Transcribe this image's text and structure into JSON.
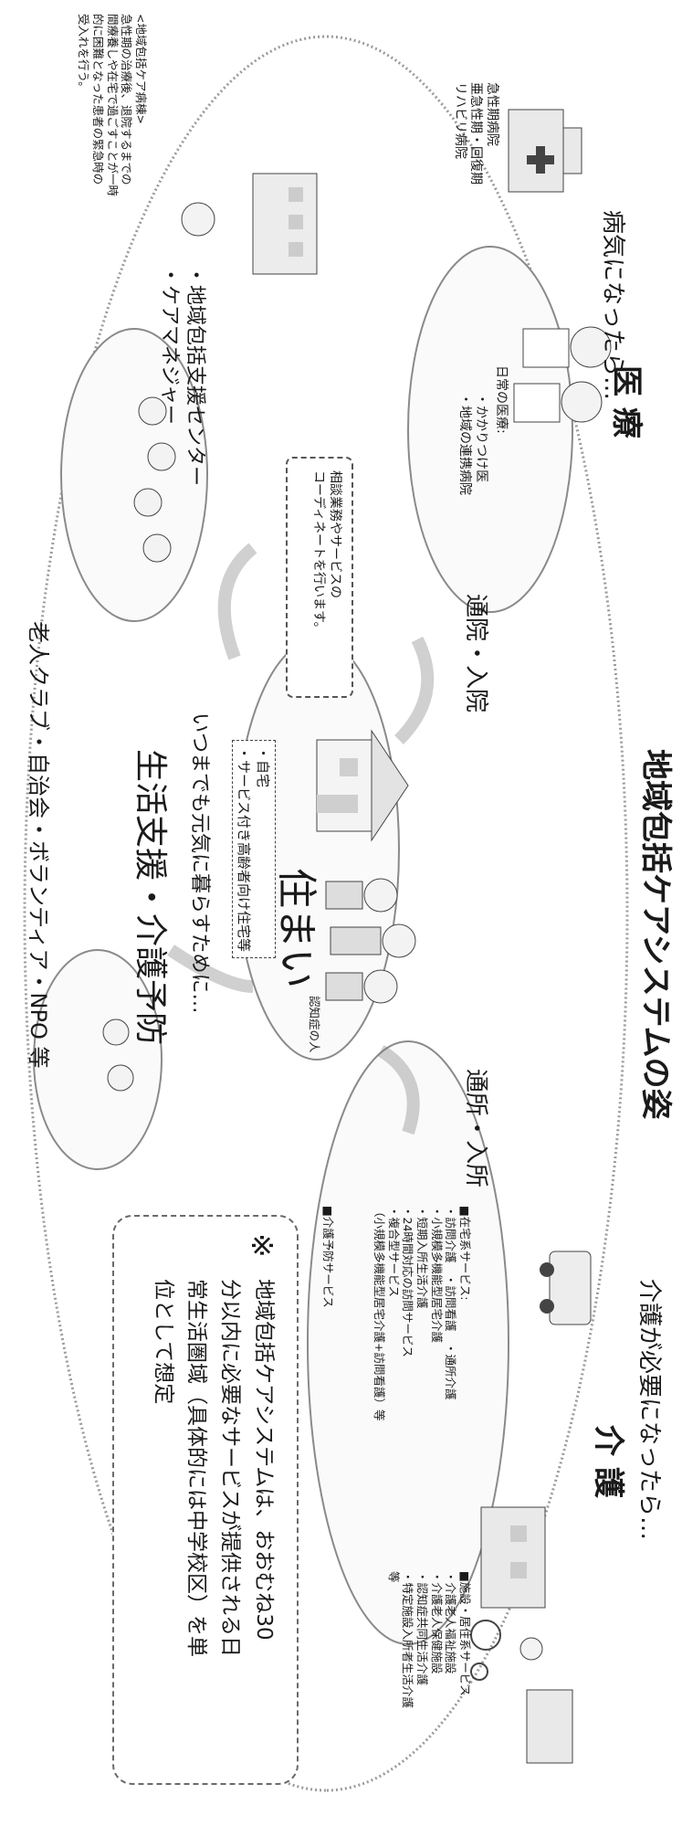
{
  "title": "地域包括ケアシステムの姿",
  "medical": {
    "heading_prefix": "病気になったら…",
    "heading": "医 療",
    "hospital_list": [
      "急性期病院",
      "亜急性期・回復期",
      "リハビリ病院"
    ],
    "daily_care_label": "日常の医療:",
    "daily_care_items": [
      "・かかりつけ医",
      "・地域の連携病院"
    ],
    "visit_label": "通院・入院"
  },
  "care": {
    "heading_prefix": "介護が必要になったら…",
    "heading": "介 護",
    "facility_list": [
      "■施設・居住系サービス",
      "・介護老人福祉施設",
      "・介護老人保健施設",
      "・認知症共同生活介護",
      "・特定施設入所者生活介護"
    ],
    "facility_suffix": "等",
    "home_list": [
      "■在宅系サービス:",
      "・訪問介護　・訪問看護　・通所介護",
      "・小規模多機能型居宅介護",
      "・短期入所生活介護",
      "・24時間対応の訪問サービス",
      "・複合型サービス",
      "（小規模多機能型居宅介護+訪問看護）等"
    ],
    "prevention_item": "■介護予防サービス",
    "visit_label": "通所・入所"
  },
  "housing": {
    "heading": "住まい",
    "items": [
      "・自宅",
      "・サービス付き高齢者向け住宅等"
    ],
    "dementia_label": "認知症の人"
  },
  "center": {
    "items": [
      "・地域包括支援センター",
      "・ケアマネジャー"
    ],
    "role_text": [
      "相談業務やサービスの",
      "コーディネートを行います。"
    ]
  },
  "support": {
    "prefix": "いつまでも元気に暮らすために…",
    "heading": "生活支援・介護予防",
    "bearers": "老人クラブ・自治会・ボランティア・NPO 等"
  },
  "footnote": {
    "title": "<地域包括ケア病棟>",
    "lines": [
      "急性期の治療後、退院するまでの",
      "間療養しや在宅で過ごすことが一時",
      "的に困難となった患者の緊急時の",
      "受入れを行う。"
    ]
  },
  "note": {
    "mark": "※",
    "lines": [
      "地域包括ケアシステムは、おおむね30",
      "分以内に必要なサービスが提供される日",
      "常生活圏域（具体的には中学校区）を単",
      "位として想定"
    ]
  },
  "icons": {
    "accent": "#333333",
    "arrow": "#777777"
  }
}
